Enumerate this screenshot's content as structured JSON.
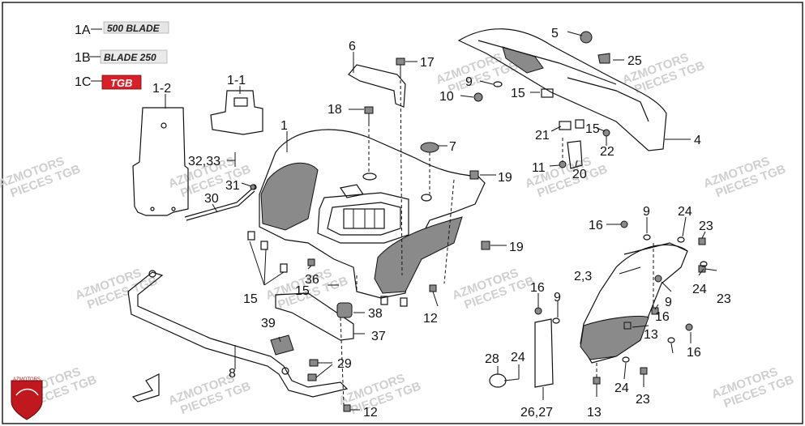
{
  "callouts": [
    {
      "id": "c1a",
      "label": "1A"
    },
    {
      "id": "c1b",
      "label": "1B"
    },
    {
      "id": "c1c",
      "label": "1C"
    },
    {
      "id": "c1-2",
      "label": "1-2"
    },
    {
      "id": "c1-1",
      "label": "1-1"
    },
    {
      "id": "c6",
      "label": "6"
    },
    {
      "id": "c17",
      "label": "17"
    },
    {
      "id": "c18",
      "label": "18"
    },
    {
      "id": "c1",
      "label": "1"
    },
    {
      "id": "c7",
      "label": "7"
    },
    {
      "id": "c19a",
      "label": "19"
    },
    {
      "id": "c19b",
      "label": "19"
    },
    {
      "id": "c32",
      "label": "32,33"
    },
    {
      "id": "c31",
      "label": "31"
    },
    {
      "id": "c30",
      "label": "30"
    },
    {
      "id": "c5",
      "label": "5"
    },
    {
      "id": "c25",
      "label": "25"
    },
    {
      "id": "c9a",
      "label": "9"
    },
    {
      "id": "c10",
      "label": "10"
    },
    {
      "id": "c15a",
      "label": "15"
    },
    {
      "id": "c21",
      "label": "21"
    },
    {
      "id": "c15b",
      "label": "15"
    },
    {
      "id": "c22",
      "label": "22"
    },
    {
      "id": "c4",
      "label": "4"
    },
    {
      "id": "c11",
      "label": "11"
    },
    {
      "id": "c20",
      "label": "20"
    },
    {
      "id": "c16a",
      "label": "16"
    },
    {
      "id": "c9b",
      "label": "9"
    },
    {
      "id": "c24a",
      "label": "24"
    },
    {
      "id": "c23a",
      "label": "23"
    },
    {
      "id": "c23",
      "label": "2,3"
    },
    {
      "id": "c24b",
      "label": "24"
    },
    {
      "id": "c23b",
      "label": "23"
    },
    {
      "id": "c16b",
      "label": "16"
    },
    {
      "id": "c9c",
      "label": "9"
    },
    {
      "id": "c9d",
      "label": "9"
    },
    {
      "id": "c16c",
      "label": "16"
    },
    {
      "id": "c13a",
      "label": "13"
    },
    {
      "id": "c16d",
      "label": "16"
    },
    {
      "id": "c15c",
      "label": "15"
    },
    {
      "id": "c36",
      "label": "36"
    },
    {
      "id": "c15d",
      "label": "15"
    },
    {
      "id": "c12a",
      "label": "12"
    },
    {
      "id": "c38",
      "label": "38"
    },
    {
      "id": "c39",
      "label": "39"
    },
    {
      "id": "c37",
      "label": "37"
    },
    {
      "id": "c8",
      "label": "8"
    },
    {
      "id": "c29",
      "label": "29"
    },
    {
      "id": "c12b",
      "label": "12"
    },
    {
      "id": "c28",
      "label": "28"
    },
    {
      "id": "c24c",
      "label": "24"
    },
    {
      "id": "c2627",
      "label": "26,27"
    },
    {
      "id": "c13b",
      "label": "13"
    },
    {
      "id": "c24d",
      "label": "24"
    },
    {
      "id": "c23c",
      "label": "23"
    }
  ],
  "decals": {
    "d1a": "500 BLADE",
    "d1b": "BLADE 250",
    "d1c": "TGB"
  },
  "watermark": {
    "line1": "AZMOTORS",
    "line2": "PIECES TGB"
  },
  "logo": {
    "text": "AZMOTORS",
    "color": "#c0181f"
  }
}
